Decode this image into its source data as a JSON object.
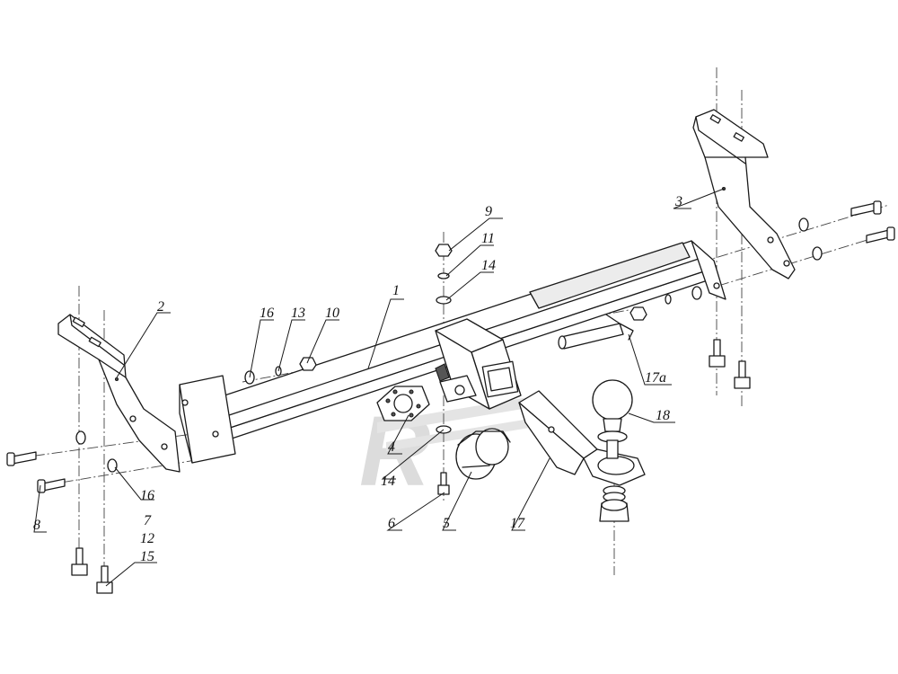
{
  "labels": {
    "p1": "1",
    "p2": "2",
    "p3": "3",
    "p4": "4",
    "p5": "5",
    "p6": "6",
    "p7": "7",
    "p8": "8",
    "p9": "9",
    "p10": "10",
    "p11": "11",
    "p12": "12",
    "p13": "13",
    "p14a": "14",
    "p14b": "14",
    "p15": "15",
    "p16a": "16",
    "p16b": "16",
    "p17": "17",
    "p17a": "17a",
    "p18": "18"
  },
  "watermark": "R"
}
